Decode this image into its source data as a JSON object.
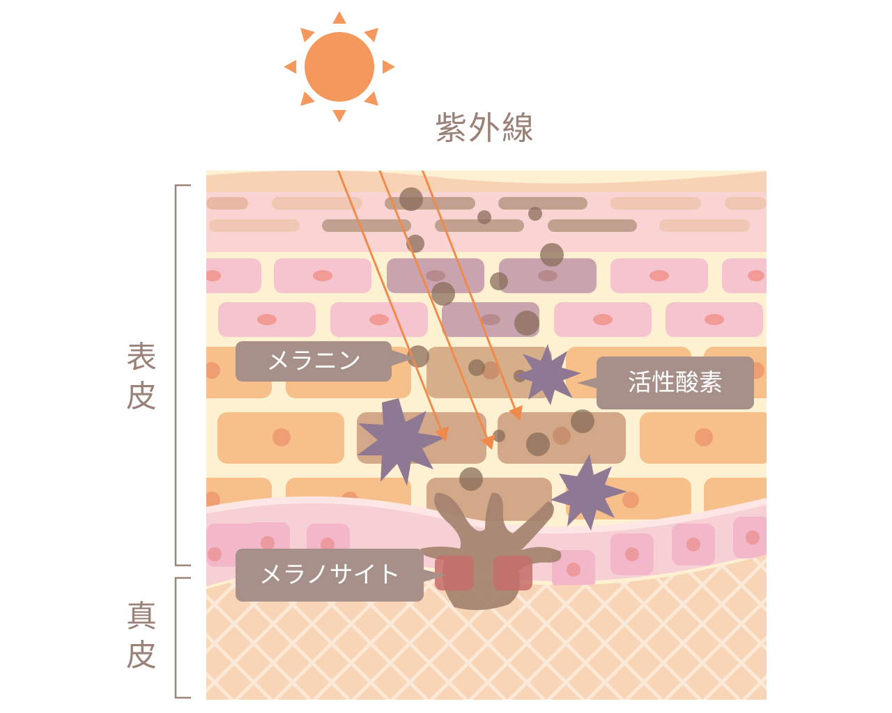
{
  "labels": {
    "uv": "紫外線",
    "epidermis": "表皮",
    "dermis": "真皮",
    "melanin": "メラニン",
    "ros": "活性酸素",
    "melanocyte": "メラノサイト"
  },
  "colors": {
    "sun": "#f5985e",
    "arrow": "#f08a4a",
    "label_bg": "#a8908a",
    "label_text": "#ffffff",
    "title_text": "#9a8278",
    "stratum_corneum": "#f9d4d2",
    "granular_cell": "#f6c4cf",
    "spinous_cell": "#f7c08a",
    "basal_layer": "#f6d0d4",
    "dermis": "#f9d5b8",
    "melanin_dot": "#8a6d5a",
    "ros_star": "#8f7893",
    "melanocyte": "#a3826e"
  }
}
